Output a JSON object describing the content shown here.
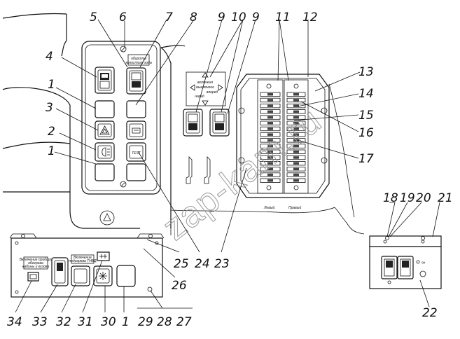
{
  "corner_mark": "",
  "watermark": "zap-kam.ru",
  "labels": {
    "top_panel_placard": [
      "обороты",
      "холостого хода"
    ],
    "fuse_box_left": "Левый",
    "fuse_box_right": "Правый",
    "test_key": "TEST",
    "switch_block_lines": [
      "включено",
      "выключено",
      "вперед",
      "назад"
    ],
    "lower_panel_placard": [
      "Включение прибора",
      "обогрева",
      "кабины и кузова"
    ],
    "lower_panel_placard2": [
      "Включение",
      "подогрева ТНВД"
    ]
  },
  "callouts": {
    "c1a": "1",
    "c1b": "1",
    "c1c": "1",
    "c2": "2",
    "c3": "3",
    "c4": "4",
    "c5": "5",
    "c6": "6",
    "c7": "7",
    "c8": "8",
    "c9a": "9",
    "c9b": "9",
    "c10": "10",
    "c11": "11",
    "c12": "12",
    "c13": "13",
    "c14": "14",
    "c15": "15",
    "c16": "16",
    "c17": "17",
    "c18": "18",
    "c19": "19",
    "c20": "20",
    "c21": "21",
    "c22": "22",
    "c23": "23",
    "c24": "24",
    "c25": "25",
    "c26": "26",
    "c27": "27",
    "c28": "28",
    "c29": "29",
    "c30": "30",
    "c31": "31",
    "c32": "32",
    "c33": "33",
    "c34": "34"
  }
}
